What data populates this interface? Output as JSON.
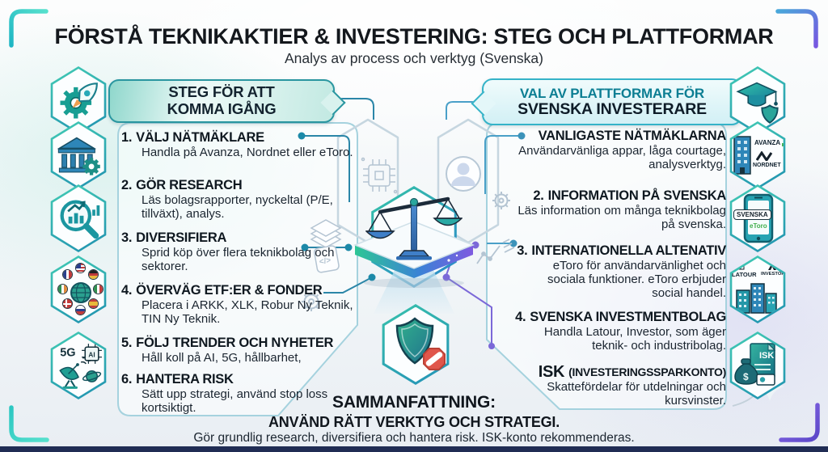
{
  "title": "FÖRSTÅ TEKNIKAKTIER & INVESTERING: STEG OCH PLATTFORMAR",
  "subtitle": "Analys av process och verktyg (Svenska)",
  "left_panel": {
    "header": {
      "line1": "STEG FÖR ATT",
      "line2": "KOMMA IGÅNG"
    },
    "steps": [
      {
        "num": "1.",
        "title": "VÄLJ NÄTMÄKLARE",
        "desc": "Handla på Avanza, Nordnet eller eToro."
      },
      {
        "num": "2.",
        "title": "GÖR RESEARCH",
        "desc": "Läs bolagsrapporter, nyckeltal (P/E, tillväxt), analys."
      },
      {
        "num": "3.",
        "title": "DIVERSIFIERA",
        "desc": "Sprid köp över flera teknikbolag och sektorer."
      },
      {
        "num": "4.",
        "title": "ÖVERVÄG ETF:ER & FONDER",
        "desc": "Placera i ARKK, XLK, Robur Ny Teknik, TIN Ny Teknik."
      },
      {
        "num": "5.",
        "title": "FÖLJ TRENDER OCH NYHETER",
        "desc": "Håll koll på AI, 5G, hållbarhet,"
      },
      {
        "num": "6.",
        "title": "HANTERA RISK",
        "desc": "Sätt upp strategi, använd stop loss kortsiktigt."
      }
    ]
  },
  "right_panel": {
    "header": {
      "line1": "VAL AV PLATTFORMAR FÖR",
      "line2": "SVENSKA INVESTERARE"
    },
    "items": [
      {
        "num": "",
        "title": "VANLIGASTE NÄTMÄKLARNA",
        "desc": "Användarvänliga appar, låga courtage, analysverktyg."
      },
      {
        "num": "2.",
        "title": "INFORMATION PÅ SVENSKA",
        "desc": "Läs information om många teknikbolag på svenska."
      },
      {
        "num": "3.",
        "title": "INTERNATIONELLA ALTENATIV",
        "desc": "eToro för användarvänlighet och sociala funktioner. eToro erbjuder social handel."
      },
      {
        "num": "4.",
        "title": "SVENSKA INVESTMENTBOLAG",
        "desc": "Handla Latour, Investor, som äger teknik- och industribolag."
      },
      {
        "num": "",
        "title": "ISK",
        "title_suffix": "(INVESTERINGSSPARKONTO)",
        "desc": "Skattefördelar för utdelningar och kursvinster."
      }
    ]
  },
  "summary": {
    "heading": "SAMMANFATTNING:",
    "line1": "ANVÄND RÄTT VERKTYG OCH STRATEGI.",
    "line2": "Gör grundlig research, diversifiera och hantera risk. ISK-konto rekommenderas."
  },
  "badges": {
    "avanza": "AVANZA",
    "nordnet": "NORDNET",
    "svenska": "SVENSKA",
    "etoro": "eToro",
    "latour": "LATOUR",
    "investor": "INVESTOR",
    "isk_doc": "ISK",
    "five_g": "5G",
    "ai_chip": "AI",
    "dollar": "$",
    "code_glyph": "</>"
  },
  "colors": {
    "teal_accent": "#18a89c",
    "cyan_accent": "#2fb3c6",
    "purple_accent": "#7b5ce0",
    "navy_text": "#141d26",
    "red_warning": "#e0564b",
    "platform_green": "#2ec695",
    "platform_blue": "#3b82d6",
    "platform_purple": "#7f5ae0"
  }
}
